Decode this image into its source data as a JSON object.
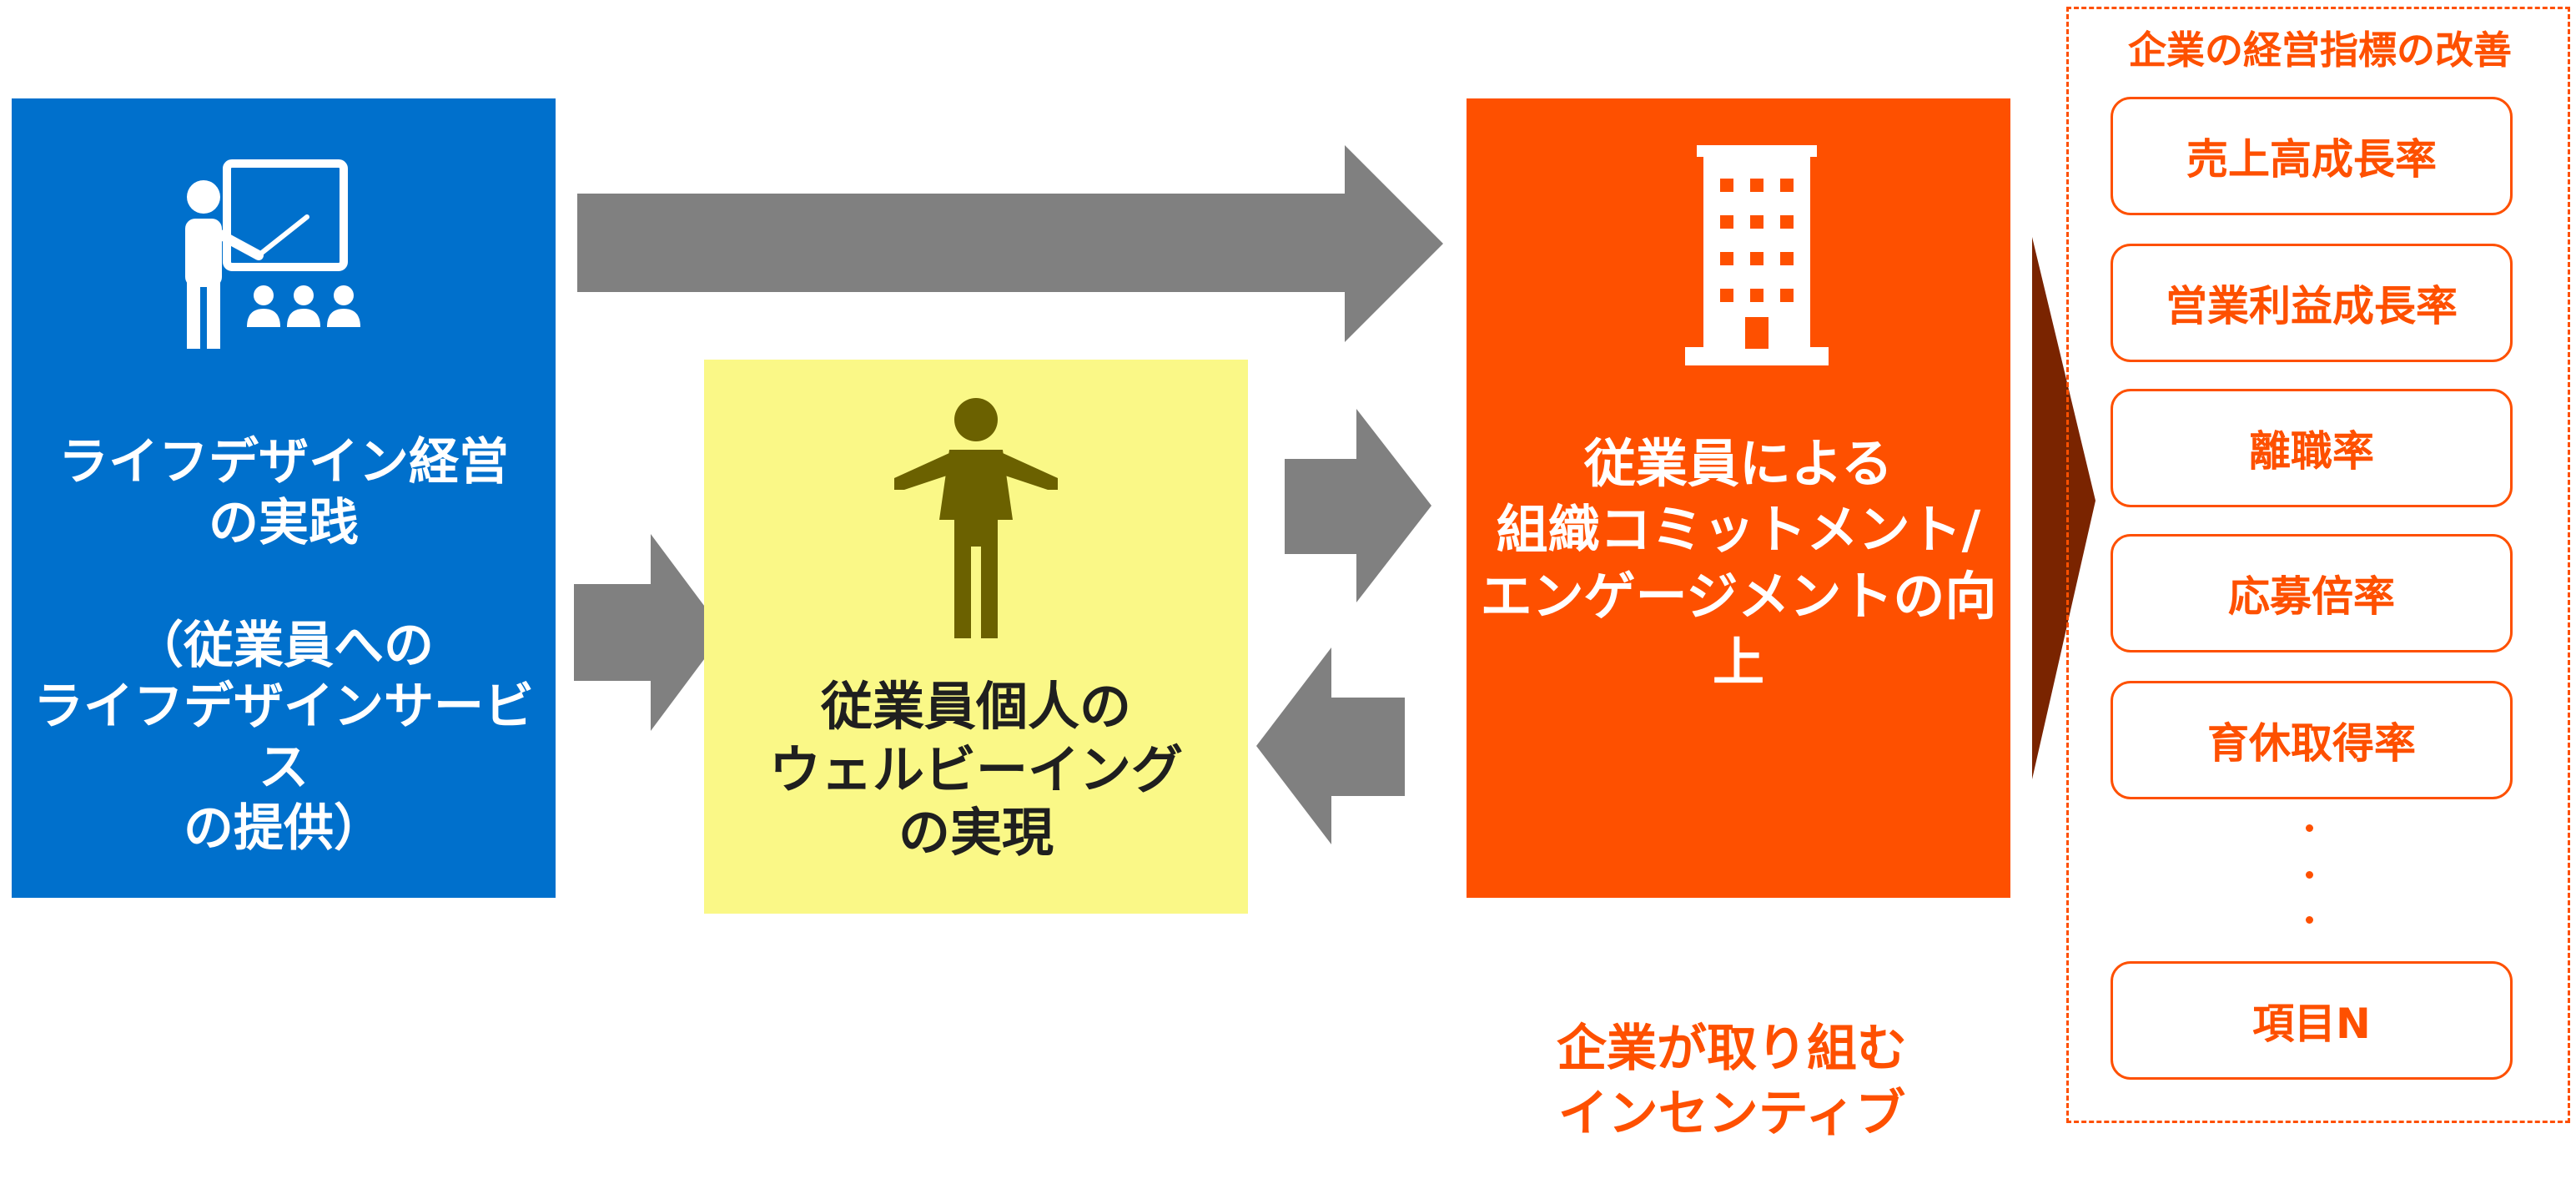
{
  "diagram": {
    "blue_box": {
      "text": "ライフデザイン経営\nの実践\n\n（従業員への\nライフデザインサービス\nの提供）",
      "color": "#0070CC",
      "icon": "teacher-presentation-icon"
    },
    "yellow_box": {
      "text": "従業員個人の\nウェルビーイング\nの実現",
      "color": "#FAF887",
      "icon": "person-icon"
    },
    "orange_box": {
      "text": "従業員による\n組織コミットメント/\nエンゲージメントの向上",
      "color": "#FE5000",
      "icon": "office-building-icon"
    },
    "incentive_label": "企業が取り組む\nインセンティブ",
    "kpi_panel": {
      "title": "企業の経営指標の改善",
      "items": [
        "売上高成長率",
        "営業利益成長率",
        "離職率",
        "応募倍率",
        "育休取得率",
        "項目N"
      ]
    },
    "colors": {
      "arrow": "#808080",
      "accent": "#FE5000",
      "chevron": "#7A2400"
    }
  }
}
